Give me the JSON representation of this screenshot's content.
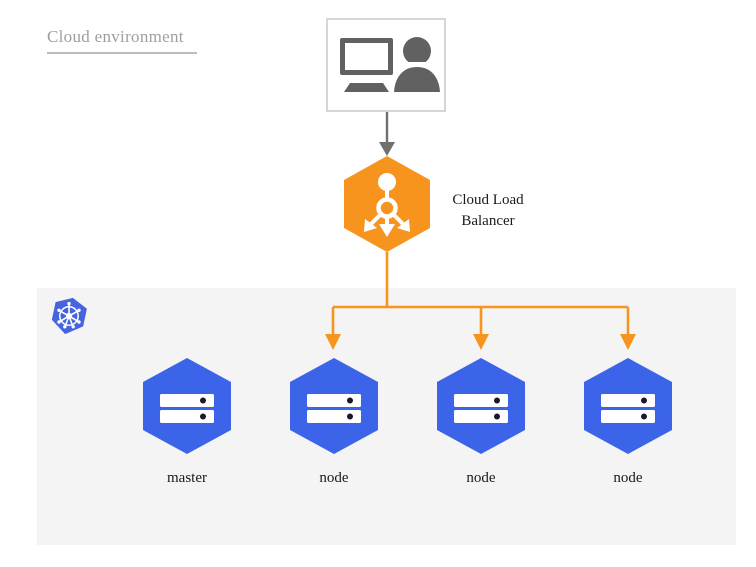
{
  "diagram": {
    "title": "Cloud environment",
    "type": "kubernetes-cloud-architecture"
  },
  "colors": {
    "orange": "#f7941e",
    "node_blue": "#3c64e8",
    "k8s_blue": "#4664e0",
    "gray_icon": "#616161",
    "panel_gray": "#f4f4f4",
    "title_gray": "#9e9e9e",
    "box_border": "#d6d6d6",
    "arrow_gray": "#707070"
  },
  "client": {
    "icon_monitor": "desktop-monitor-icon",
    "icon_user": "user-person-icon"
  },
  "load_balancer": {
    "label_line1": "Cloud Load",
    "label_line2": "Balancer",
    "icon": "load-balancer-distribute-icon",
    "shape": "hexagon"
  },
  "kubernetes": {
    "logo": "kubernetes-helm-wheel-icon"
  },
  "nodes": [
    {
      "label": "master",
      "icon": "server-rack-icon",
      "has_incoming_arrow": false
    },
    {
      "label": "node",
      "icon": "server-rack-icon",
      "has_incoming_arrow": true
    },
    {
      "label": "node",
      "icon": "server-rack-icon",
      "has_incoming_arrow": true
    },
    {
      "label": "node",
      "icon": "server-rack-icon",
      "has_incoming_arrow": true
    }
  ]
}
